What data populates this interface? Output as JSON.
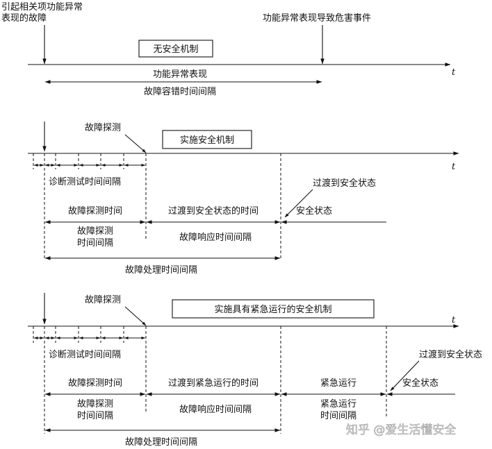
{
  "axis_symbol": "t",
  "section1": {
    "cause_label_line1": "引起相关项功能异常",
    "cause_label_line2": "表现的故障",
    "hazard_label": "功能异常表现导致危害事件",
    "box_label": "无安全机制",
    "malfunction_label": "功能异常表现",
    "fault_tolerant_interval_label": "故障容错时间间隔"
  },
  "section2": {
    "fault_detection_label": "故障探测",
    "box_label": "实施安全机制",
    "diagnostic_interval_label": "诊断测试时间间隔",
    "transition_event_label": "过渡到安全状态",
    "detection_time_label": "故障探测时间",
    "transition_time_label": "过渡到安全状态的时间",
    "safe_state_label": "安全状态",
    "detection_interval_line1": "故障探测",
    "detection_interval_line2": "时间间隔",
    "reaction_interval_label": "故障响应时间间隔",
    "handling_interval_label": "故障处理时间间隔"
  },
  "section3": {
    "fault_detection_label": "故障探测",
    "box_label": "实施具有紧急运行的安全机制",
    "diagnostic_interval_label": "诊断测试时间间隔",
    "transition_event_label": "过渡到安全状态",
    "detection_time_label": "故障探测时间",
    "transition_time_label": "过渡到紧急运行的时间",
    "emergency_label": "紧急运行",
    "safe_state_label": "安全状态",
    "detection_interval_line1": "故障探测",
    "detection_interval_line2": "时间间隔",
    "reaction_interval_label": "故障响应时间间隔",
    "emergency_interval_line1": "紧急运行",
    "emergency_interval_line2": "时间间隔",
    "handling_interval_label": "故障处理时间间隔"
  },
  "watermark": "知乎 @爱生活懂安全"
}
